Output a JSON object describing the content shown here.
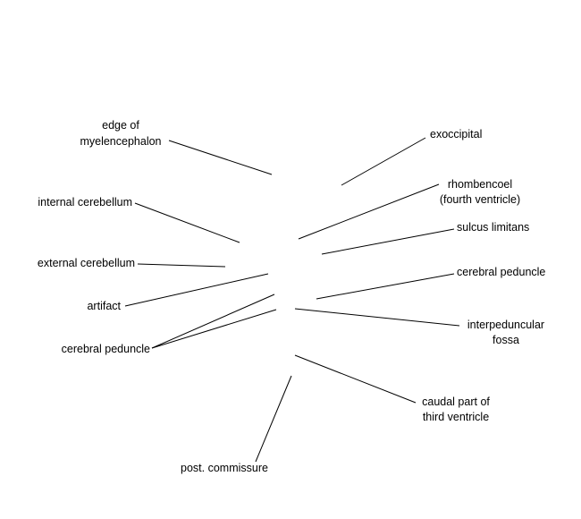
{
  "labels": {
    "edge_of_myelencephalon": [
      "edge of",
      "myelencephalon"
    ],
    "exoccipital": "exoccipital",
    "rhombencoel": [
      "rhombencoel",
      "(fourth ventricle)"
    ],
    "internal_cerebellum": "internal cerebellum",
    "sulcus_limitans": "sulcus limitans",
    "external_cerebellum": "external cerebellum",
    "cerebral_peduncle_right": "cerebral peduncle",
    "artifact": "artifact",
    "cerebral_peduncle_left": "cerebral peduncle",
    "interpeduncular_fossa": [
      "interpeduncular",
      "fossa"
    ],
    "caudal_third_ventricle": [
      "caudal part of",
      "third ventricle"
    ],
    "post_commissure": "post. commissure"
  }
}
